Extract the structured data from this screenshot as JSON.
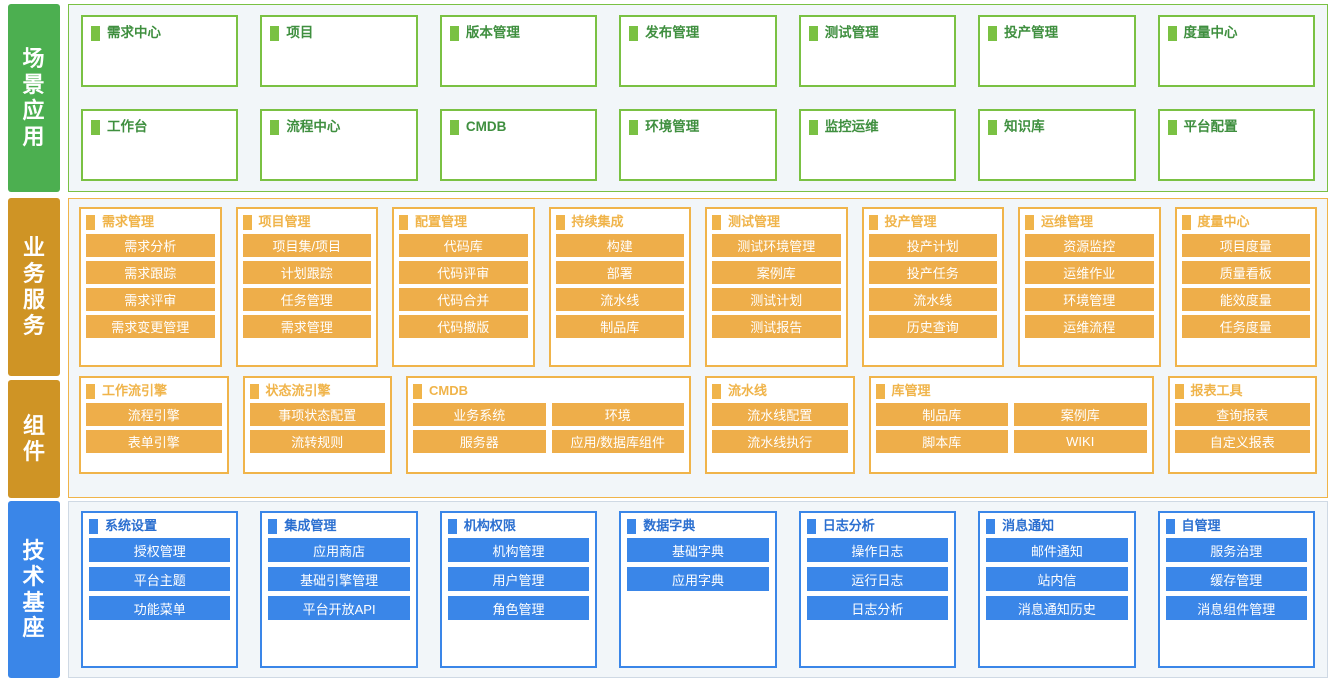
{
  "colors": {
    "scene_accent": "#7ac143",
    "scene_side": "#4caf50",
    "scene_text": "#3f8f3f",
    "business_accent": "#f0b44a",
    "business_item": "#eeae4a",
    "business_side": "#cf9425",
    "tech_accent": "#3a86e8",
    "tech_text": "#2b6fd0",
    "panel_bg": "#f2f6f9"
  },
  "scene": {
    "side_label": "场景应用",
    "side_chars": [
      "场",
      "景",
      "应",
      "用"
    ],
    "rows": [
      [
        {
          "label": "需求中心"
        },
        {
          "label": "项目"
        },
        {
          "label": "版本管理"
        },
        {
          "label": "发布管理"
        },
        {
          "label": "测试管理"
        },
        {
          "label": "投产管理"
        },
        {
          "label": "度量中心"
        }
      ],
      [
        {
          "label": "工作台"
        },
        {
          "label": "流程中心"
        },
        {
          "label": "CMDB"
        },
        {
          "label": "环境管理"
        },
        {
          "label": "监控运维"
        },
        {
          "label": "知识库"
        },
        {
          "label": "平台配置"
        }
      ]
    ]
  },
  "business": {
    "side_label": "业务服务",
    "side_chars": [
      "业",
      "务",
      "服",
      "务"
    ],
    "columns": [
      {
        "title": "需求管理",
        "span": 1,
        "items": [
          "需求分析",
          "需求跟踪",
          "需求评审",
          "需求变更管理"
        ]
      },
      {
        "title": "项目管理",
        "span": 1,
        "items": [
          "项目集/项目",
          "计划跟踪",
          "任务管理",
          "需求管理"
        ]
      },
      {
        "title": "配置管理",
        "span": 1,
        "items": [
          "代码库",
          "代码评审",
          "代码合并",
          "代码撤版"
        ]
      },
      {
        "title": "持续集成",
        "span": 1,
        "items": [
          "构建",
          "部署",
          "流水线",
          "制品库"
        ]
      },
      {
        "title": "测试管理",
        "span": 1,
        "items": [
          "测试环境管理",
          "案例库",
          "测试计划",
          "测试报告"
        ]
      },
      {
        "title": "投产管理",
        "span": 1,
        "items": [
          "投产计划",
          "投产任务",
          "流水线",
          "历史查询"
        ]
      },
      {
        "title": "运维管理",
        "span": 1,
        "items": [
          "资源监控",
          "运维作业",
          "环境管理",
          "运维流程"
        ]
      },
      {
        "title": "度量中心",
        "span": 1,
        "items": [
          "项目度量",
          "质量看板",
          "能效度量",
          "任务度量"
        ]
      }
    ]
  },
  "components": {
    "side_label": "组件",
    "side_chars": [
      "组",
      "件"
    ],
    "columns": [
      {
        "title": "工作流引擎",
        "span": 1,
        "grid": 1,
        "items": [
          "流程引擎",
          "表单引擎"
        ]
      },
      {
        "title": "状态流引擎",
        "span": 1,
        "grid": 1,
        "items": [
          "事项状态配置",
          "流转规则"
        ]
      },
      {
        "title": "CMDB",
        "span": 2,
        "grid": 2,
        "items": [
          "业务系统",
          "环境",
          "服务器",
          "应用/数据库组件"
        ]
      },
      {
        "title": "流水线",
        "span": 1,
        "grid": 1,
        "items": [
          "流水线配置",
          "流水线执行"
        ]
      },
      {
        "title": "库管理",
        "span": 2,
        "grid": 2,
        "items": [
          "制品库",
          "案例库",
          "脚本库",
          "WIKI"
        ]
      },
      {
        "title": "报表工具",
        "span": 1,
        "grid": 1,
        "items": [
          "查询报表",
          "自定义报表"
        ]
      }
    ]
  },
  "tech": {
    "side_label": "技术基座",
    "side_chars": [
      "技",
      "术",
      "基",
      "座"
    ],
    "columns": [
      {
        "title": "系统设置",
        "items": [
          "授权管理",
          "平台主题",
          "功能菜单"
        ]
      },
      {
        "title": "集成管理",
        "items": [
          "应用商店",
          "基础引擎管理",
          "平台开放API"
        ]
      },
      {
        "title": "机构权限",
        "items": [
          "机构管理",
          "用户管理",
          "角色管理"
        ]
      },
      {
        "title": "数据字典",
        "items": [
          "基础字典",
          "应用字典"
        ]
      },
      {
        "title": "日志分析",
        "items": [
          "操作日志",
          "运行日志",
          "日志分析"
        ]
      },
      {
        "title": "消息通知",
        "items": [
          "邮件通知",
          "站内信",
          "消息通知历史"
        ]
      },
      {
        "title": "自管理",
        "items": [
          "服务治理",
          "缓存管理",
          "消息组件管理"
        ]
      }
    ]
  }
}
